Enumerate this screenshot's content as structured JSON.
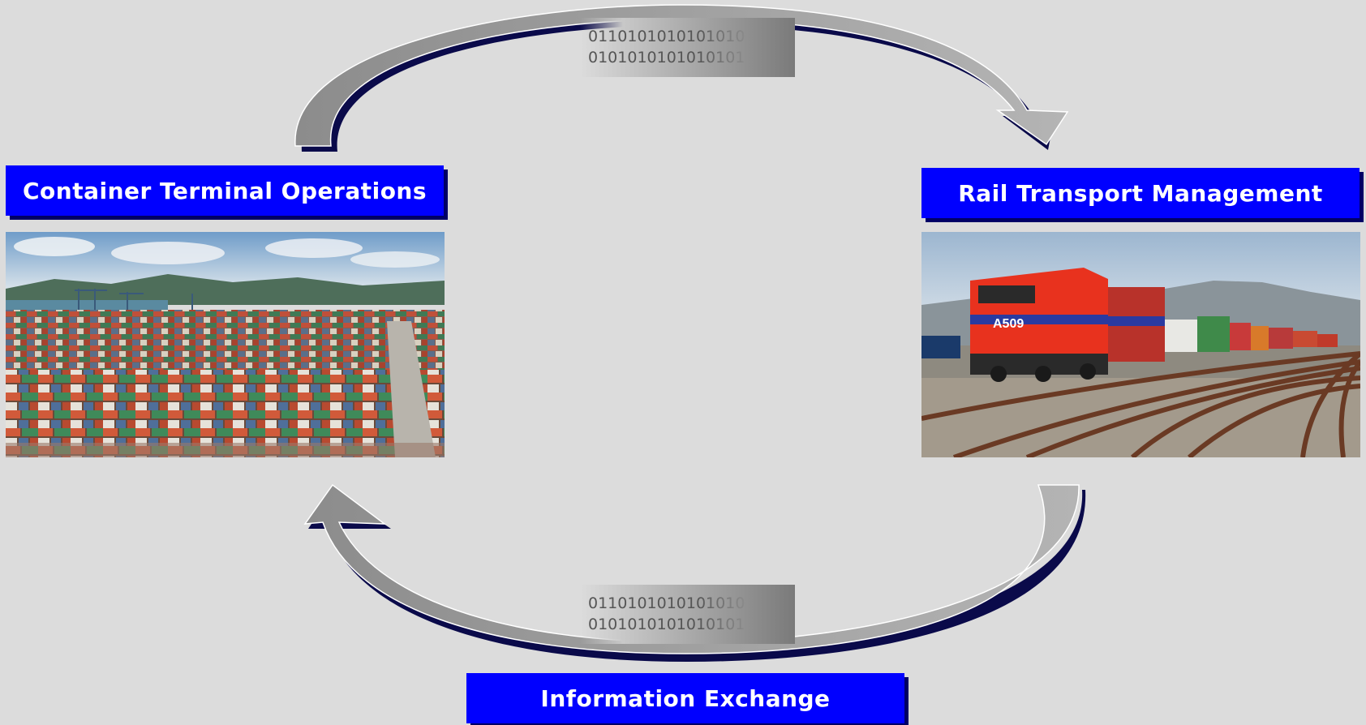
{
  "labels": {
    "left": "Container Terminal Operations",
    "right": "Rail Transport Management",
    "bottom": "Information Exchange"
  },
  "binary_top": {
    "line1": "0110101010101010",
    "line2": "0101010101010101"
  },
  "binary_bottom": {
    "line1": "0110101010101010",
    "line2": "0101010101010101"
  },
  "locomotive_number": "A509",
  "colors": {
    "label_bg": "#0000ff",
    "label_shadow": "#000066",
    "background": "#dcdcdc",
    "arrow": "#9a9a9a"
  }
}
